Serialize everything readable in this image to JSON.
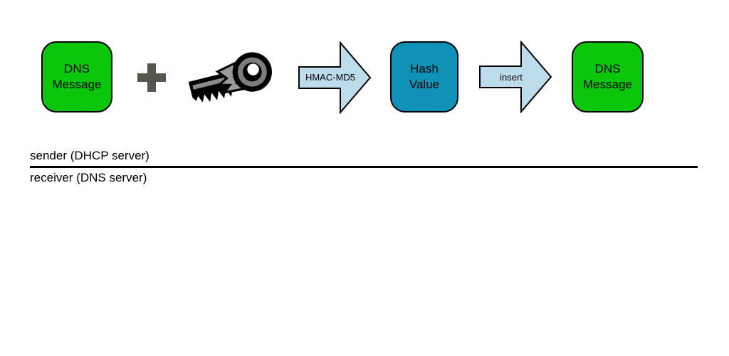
{
  "colors": {
    "node_green": "#0cc60c",
    "node_teal": "#1092b8",
    "arrow_fill": "#bcdcec",
    "plus_gray": "#57564e",
    "key_gray": "#7d7d7d",
    "outline": "#000000",
    "background": "#ffffff"
  },
  "flow": {
    "source_node": {
      "line1": "DNS",
      "line2": "Message"
    },
    "plus_operator": "+",
    "key_icon": "secret-key-icon",
    "hmac_arrow_label": "HMAC-MD5",
    "hash_node": {
      "line1": "Hash",
      "line2": "Value"
    },
    "insert_arrow_label": "insert",
    "output_node": {
      "line1": "DNS",
      "line2": "Message"
    }
  },
  "lanes": {
    "sender": "sender (DHCP server)",
    "receiver": "receiver (DNS server)"
  }
}
